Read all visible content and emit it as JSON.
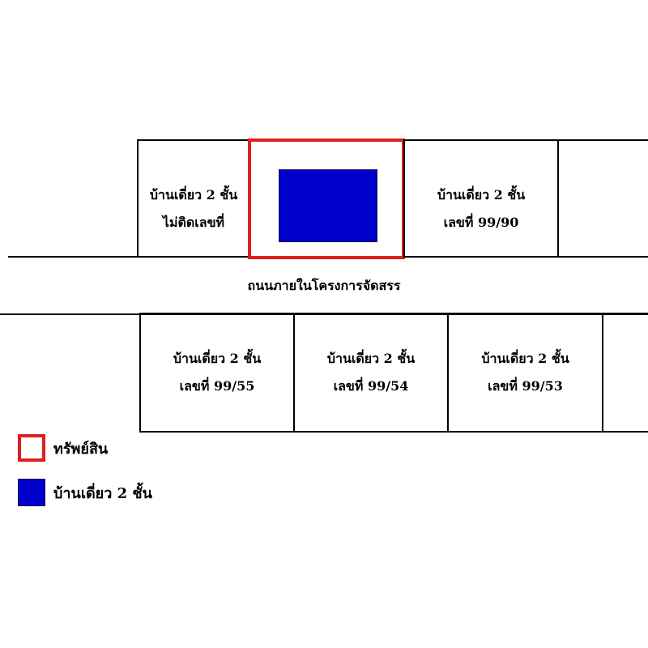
{
  "road": {
    "label": "ถนนภายในโครงการจัดสรร"
  },
  "top_row": [
    {
      "line1": "บ้านเดี่ยว 2 ชั้น",
      "line2": "ไม่ติดเลขที่"
    },
    {
      "line1": "บ้านเดี่ยว 2 ชั้น",
      "line2": "เลขที่ 99/90"
    }
  ],
  "bottom_row": [
    {
      "line1": "บ้านเดี่ยว 2 ชั้น",
      "line2": "เลขที่ 99/55"
    },
    {
      "line1": "บ้านเดี่ยว 2 ชั้น",
      "line2": "เลขที่ 99/54"
    },
    {
      "line1": "บ้านเดี่ยว 2 ชั้น",
      "line2": "เลขที่ 99/53"
    }
  ],
  "legend": [
    {
      "label": "ทรัพย์สิน",
      "color": "#e01e1e",
      "style": "outline"
    },
    {
      "label": "บ้านเดี่ยว 2 ชั้น",
      "color": "#0000cd",
      "style": "filled"
    }
  ]
}
